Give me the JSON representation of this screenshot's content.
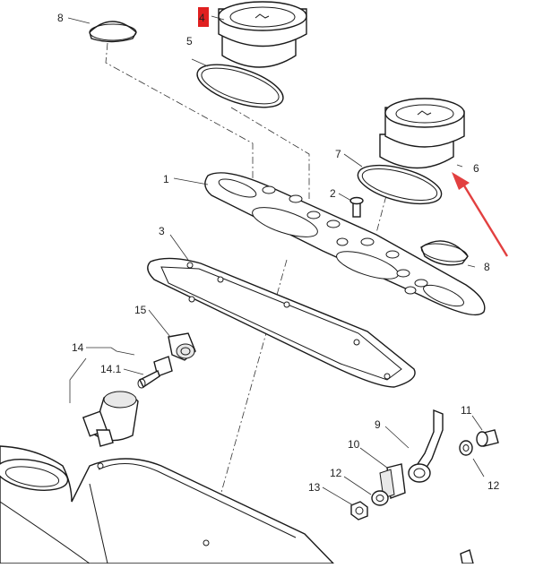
{
  "labels": {
    "c1": "1",
    "c2": "2",
    "c3": "3",
    "c4": "4",
    "c5": "5",
    "c6": "6",
    "c7": "7",
    "c8a": "8",
    "c8b": "8",
    "c9": "9",
    "c10": "10",
    "c11": "11",
    "c12a": "12",
    "c12b": "12",
    "c13": "13",
    "c14": "14",
    "c14_1": "14.1",
    "c15": "15"
  },
  "colors": {
    "highlight": "#e02020",
    "arrow": "#e24040",
    "line": "#1a1a1a"
  }
}
